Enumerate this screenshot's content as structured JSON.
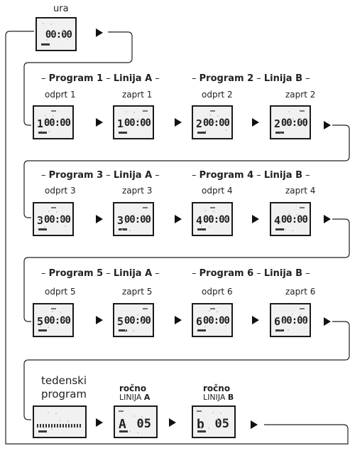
{
  "clock": {
    "label": "ura",
    "time": "00:00"
  },
  "rows": [
    {
      "programs": [
        {
          "prefix": "– ",
          "program": "Program 1",
          "sep": " – ",
          "line": "Linija A",
          "suffix": " –"
        },
        {
          "prefix": "– ",
          "program": "Program 2",
          "sep": " – ",
          "line": "Linija B",
          "suffix": " –"
        }
      ],
      "steps": [
        {
          "label": "odprt 1",
          "program_digit": "1",
          "time": "00:00"
        },
        {
          "label": "zaprt 1",
          "program_digit": "1",
          "time": "00:00"
        },
        {
          "label": "odprt 2",
          "program_digit": "2",
          "time": "00:00"
        },
        {
          "label": "zaprt 2",
          "program_digit": "2",
          "time": "00:00"
        }
      ]
    },
    {
      "programs": [
        {
          "prefix": "– ",
          "program": "Program 3",
          "sep": " – ",
          "line": "Linija A",
          "suffix": " –"
        },
        {
          "prefix": "– ",
          "program": "Program 4",
          "sep": " – ",
          "line": "Linija B",
          "suffix": " –"
        }
      ],
      "steps": [
        {
          "label": "odprt 3",
          "program_digit": "3",
          "time": "00:00"
        },
        {
          "label": "zaprt 3",
          "program_digit": "3",
          "time": "00:00"
        },
        {
          "label": "odprt 4",
          "program_digit": "4",
          "time": "00:00"
        },
        {
          "label": "zaprt 4",
          "program_digit": "4",
          "time": "00:00"
        }
      ]
    },
    {
      "programs": [
        {
          "prefix": "– ",
          "program": "Program 5",
          "sep": " – ",
          "line": "Linija A",
          "suffix": " –"
        },
        {
          "prefix": "– ",
          "program": "Program 6",
          "sep": " – ",
          "line": "Linija B",
          "suffix": " –"
        }
      ],
      "steps": [
        {
          "label": "odprt 5",
          "program_digit": "5",
          "time": "00:00"
        },
        {
          "label": "zaprt 5",
          "program_digit": "5",
          "time": "00:00"
        },
        {
          "label": "odprt 6",
          "program_digit": "6",
          "time": "00:00"
        },
        {
          "label": "zaprt 6",
          "program_digit": "6",
          "time": "00:00"
        }
      ]
    }
  ],
  "last_row": {
    "weekly": {
      "line1": "tedenski",
      "line2": "program"
    },
    "manual_a": {
      "title": "ročno",
      "line_prefix": "LINIJA ",
      "line_letter": "A",
      "channel": "A",
      "value": "05"
    },
    "manual_b": {
      "title": "ročno",
      "line_prefix": "LINIJA ",
      "line_letter": "B",
      "channel": "b",
      "value": "05"
    }
  },
  "colors": {
    "ink": "#1a1a1a",
    "lcd_bg": "#f1f1f1"
  }
}
